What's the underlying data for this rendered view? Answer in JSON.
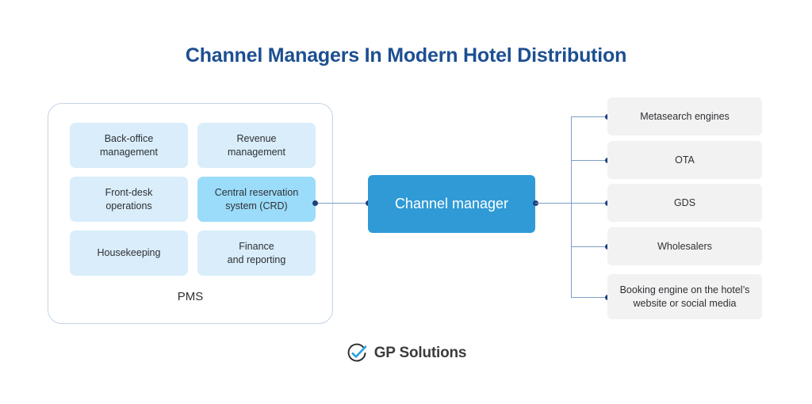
{
  "title": "Channel Managers In Modern Hotel Distribution",
  "pms": {
    "label": "PMS",
    "tiles": [
      {
        "label": "Back-office\nmanagement",
        "highlight": false
      },
      {
        "label": "Revenue\nmanagement",
        "highlight": false
      },
      {
        "label": "Front-desk\noperations",
        "highlight": false
      },
      {
        "label": "Central reservation\nsystem (CRD)",
        "highlight": true
      },
      {
        "label": "Housekeeping",
        "highlight": false
      },
      {
        "label": "Finance\nand reporting",
        "highlight": false
      }
    ]
  },
  "center": {
    "label": "Channel manager"
  },
  "channels": [
    {
      "label": "Metasearch engines"
    },
    {
      "label": "OTA"
    },
    {
      "label": "GDS"
    },
    {
      "label": "Wholesalers"
    },
    {
      "label": "Booking engine on the hotel’s\nwebsite or social media"
    }
  ],
  "logo": {
    "text": "GP Solutions"
  },
  "colors": {
    "title": "#1d4f91",
    "tile": "#d9edfb",
    "tile_highlight": "#9bdcfa",
    "center_box": "#2f9ad6",
    "channel_box": "#f2f2f3",
    "connector": "#7d9fc4",
    "connector_dot": "#1f3f7a",
    "logo_check": "#29a3e0",
    "background": "#ffffff"
  }
}
